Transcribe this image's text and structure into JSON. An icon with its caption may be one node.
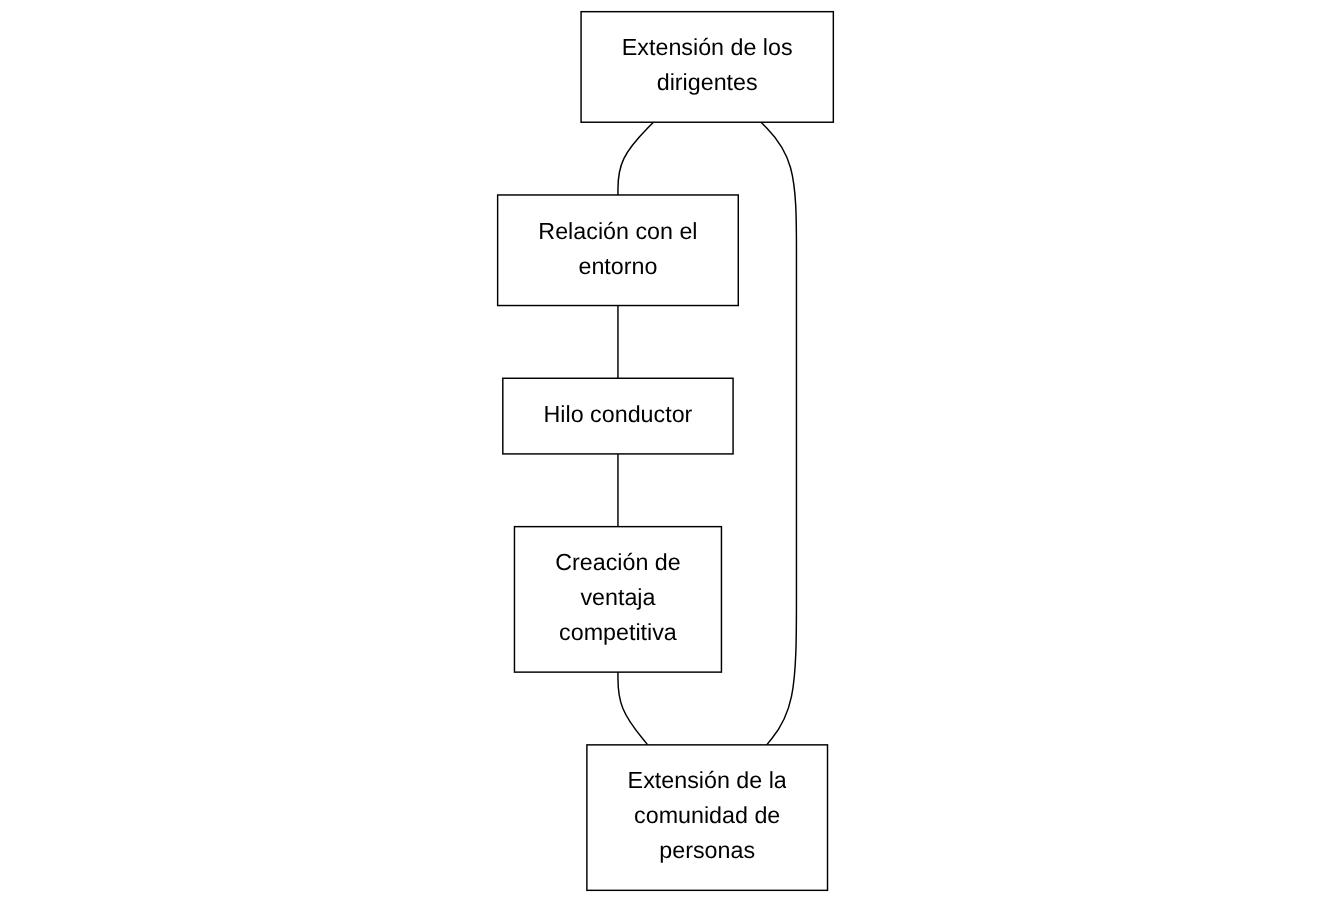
{
  "diagram": {
    "nodes": [
      {
        "text": [
          "Extensión de los dirigentes"
        ]
      },
      {
        "text": [
          "Extensión de la comunidad de personas"
        ]
      },
      {
        "text": [
          "Relación con el entorno"
        ]
      },
      {
        "text": [
          "Creación de ventaja competitiva"
        ]
      },
      {
        "text": [
          "Hilo conductor"
        ]
      }
    ],
    "edges": [
      {
        "from": 0,
        "to": 2,
        "arrow": "none"
      },
      {
        "from": 2,
        "to": 4,
        "arrow": "none"
      },
      {
        "from": 4,
        "to": 3,
        "arrow": "none"
      },
      {
        "from": 3,
        "to": 1,
        "arrow": "none"
      },
      {
        "from": 1,
        "to": 0,
        "arrow": "none"
      }
    ]
  }
}
